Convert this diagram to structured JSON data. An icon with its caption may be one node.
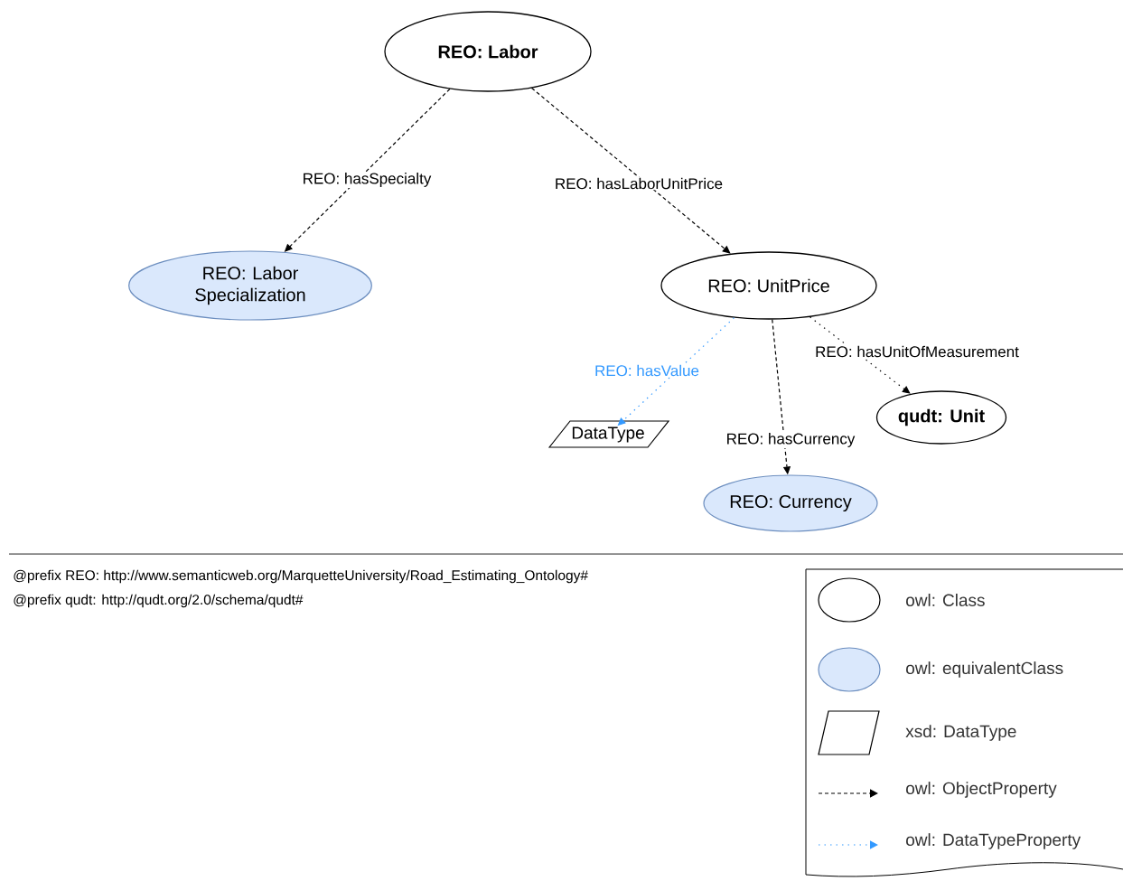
{
  "diagram": {
    "nodes": [
      {
        "text": [
          "REO: Labor"
        ]
      },
      {
        "text": [
          "REO: Labor Specialization"
        ]
      },
      {
        "text": [
          "REO: UnitPrice"
        ]
      },
      {
        "text": [
          "DataType"
        ]
      },
      {
        "text": [
          "qudt: Unit"
        ]
      },
      {
        "text": [
          "REO: Currency"
        ]
      }
    ],
    "edges": [
      {
        "from": 0,
        "to": 1,
        "arrow": "to",
        "label": "REO: hasSpecialty",
        "style": "dashed"
      },
      {
        "from": 0,
        "to": 2,
        "arrow": "to",
        "label": "REO: hasLaborUnitPrice",
        "style": "dashed"
      },
      {
        "from": 2,
        "to": 3,
        "arrow": "to",
        "label": "REO: hasValue",
        "color": "#3399ff"
      },
      {
        "from": 2,
        "to": 5,
        "arrow": "to",
        "label": "REO: hasCurrency",
        "style": "dashed"
      },
      {
        "from": 2,
        "to": 4,
        "arrow": "to",
        "label": "REO: hasUnitOfMeasurement"
      }
    ],
    "labels": [
      "@prefix REO: http://www.semanticweb.org/MarquetteUniversity/Road_Estimating_Ontology#",
      "@prefix qudt: http://qudt.org/2.0/schema/qudt#"
    ],
    "legend": [
      {
        "text": "owl: Class"
      },
      {
        "text": "owl: equivalentClass"
      },
      {
        "text": "xsd: DataType"
      },
      {
        "text": "owl: ObjectProperty"
      },
      {
        "text": "owl: DataTypeProperty"
      }
    ]
  }
}
